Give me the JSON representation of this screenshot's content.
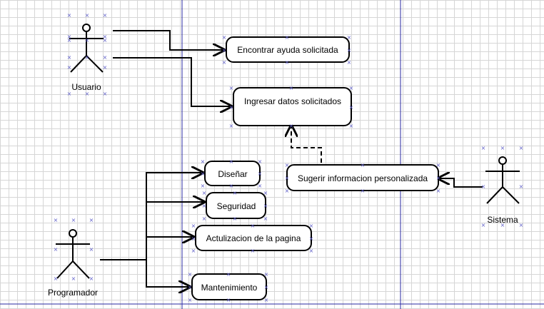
{
  "diagram": {
    "actors": {
      "usuario": "Usuario",
      "programador": "Programador",
      "sistema": "Sistema"
    },
    "use_cases": {
      "encontrar_ayuda": "Encontrar ayuda solicitada",
      "ingresar_datos": "Ingresar datos solicitados",
      "sugerir_info": "Sugerir informacion personalizada",
      "disenar": "Diseñar",
      "seguridad": "Seguridad",
      "actualizacion": "Actulizacion de la pagina",
      "mantenimiento": "Mantenimiento"
    },
    "colors": {
      "grid": "#d6d6d6",
      "boundary": "#2a2aa0",
      "selection_handles": "#6060c8",
      "stroke": "#000000"
    }
  }
}
